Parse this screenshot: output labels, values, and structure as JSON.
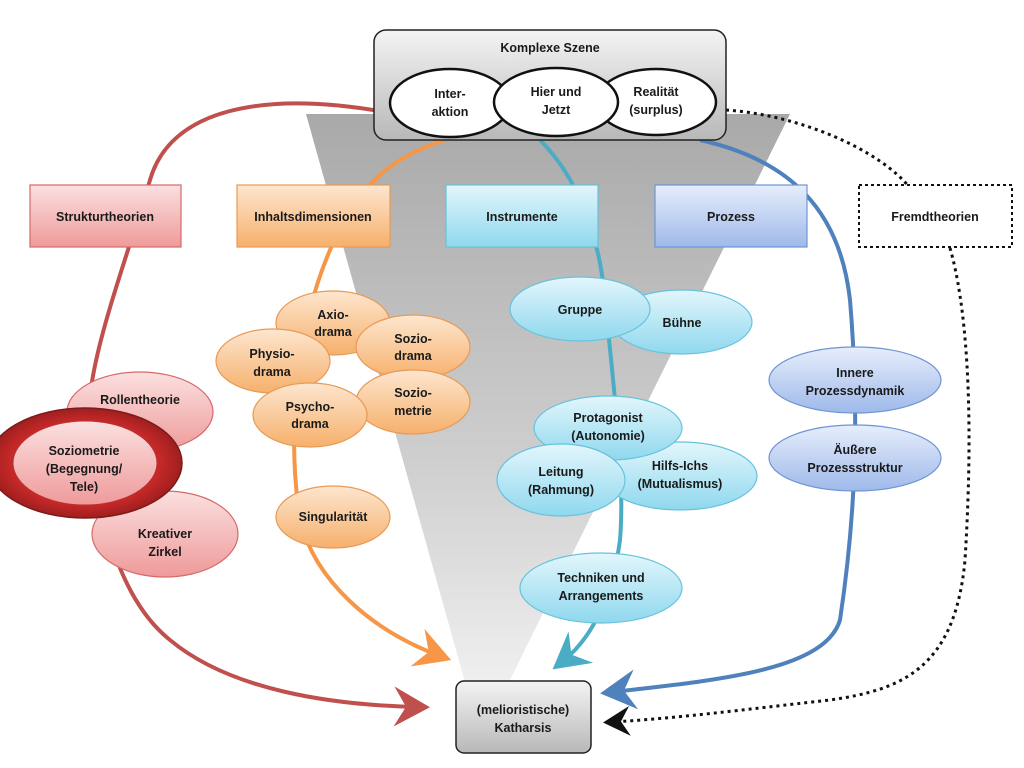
{
  "top_box": {
    "title": "Komplexe Szene",
    "ellipses": [
      {
        "lines": [
          "Inter-",
          "aktion"
        ]
      },
      {
        "lines": [
          "Hier und",
          "Jetzt"
        ]
      },
      {
        "lines": [
          "Realität",
          "(surplus)"
        ]
      }
    ]
  },
  "columns": {
    "struktur": "Strukturtheorien",
    "inhalt": "Inhaltsdimensionen",
    "instrumente": "Instrumente",
    "prozess": "Prozess",
    "fremd": "Fremdtheorien"
  },
  "struktur_items": {
    "rollentheorie": "Rollentheorie",
    "soziometrie": [
      "Soziometrie",
      "(Begegnung/",
      "Tele)"
    ],
    "kreativer_zirkel": [
      "Kreativer",
      "Zirkel"
    ]
  },
  "inhalt_items": {
    "axiodrama": [
      "Axio-",
      "drama"
    ],
    "soziodrama": [
      "Sozio-",
      "drama"
    ],
    "physiodrama": [
      "Physio-",
      "drama"
    ],
    "soziometrie": [
      "Sozio-",
      "metrie"
    ],
    "psychodrama": [
      "Psycho-",
      "drama"
    ],
    "singularitaet": "Singularität"
  },
  "instrumente_items": {
    "gruppe": "Gruppe",
    "buehne": "Bühne",
    "protagonist": [
      "Protagonist",
      "(Autonomie)"
    ],
    "hilfs_ichs": [
      "Hilfs-Ichs",
      "(Mutualismus)"
    ],
    "leitung": [
      "Leitung",
      "(Rahmung)"
    ],
    "techniken": [
      "Techniken und",
      "Arrangements"
    ]
  },
  "prozess_items": {
    "innere": [
      "Innere",
      "Prozessdynamik"
    ],
    "aeussere": [
      "Äußere",
      "Prozessstruktur"
    ]
  },
  "bottom_box": [
    "(melioristische)",
    "Katharsis"
  ],
  "colors": {
    "red": "#c0504d",
    "orange": "#f79646",
    "cyan": "#4bacc6",
    "blue": "#4f81bd",
    "gray_funnel": "#c8c8c8"
  }
}
